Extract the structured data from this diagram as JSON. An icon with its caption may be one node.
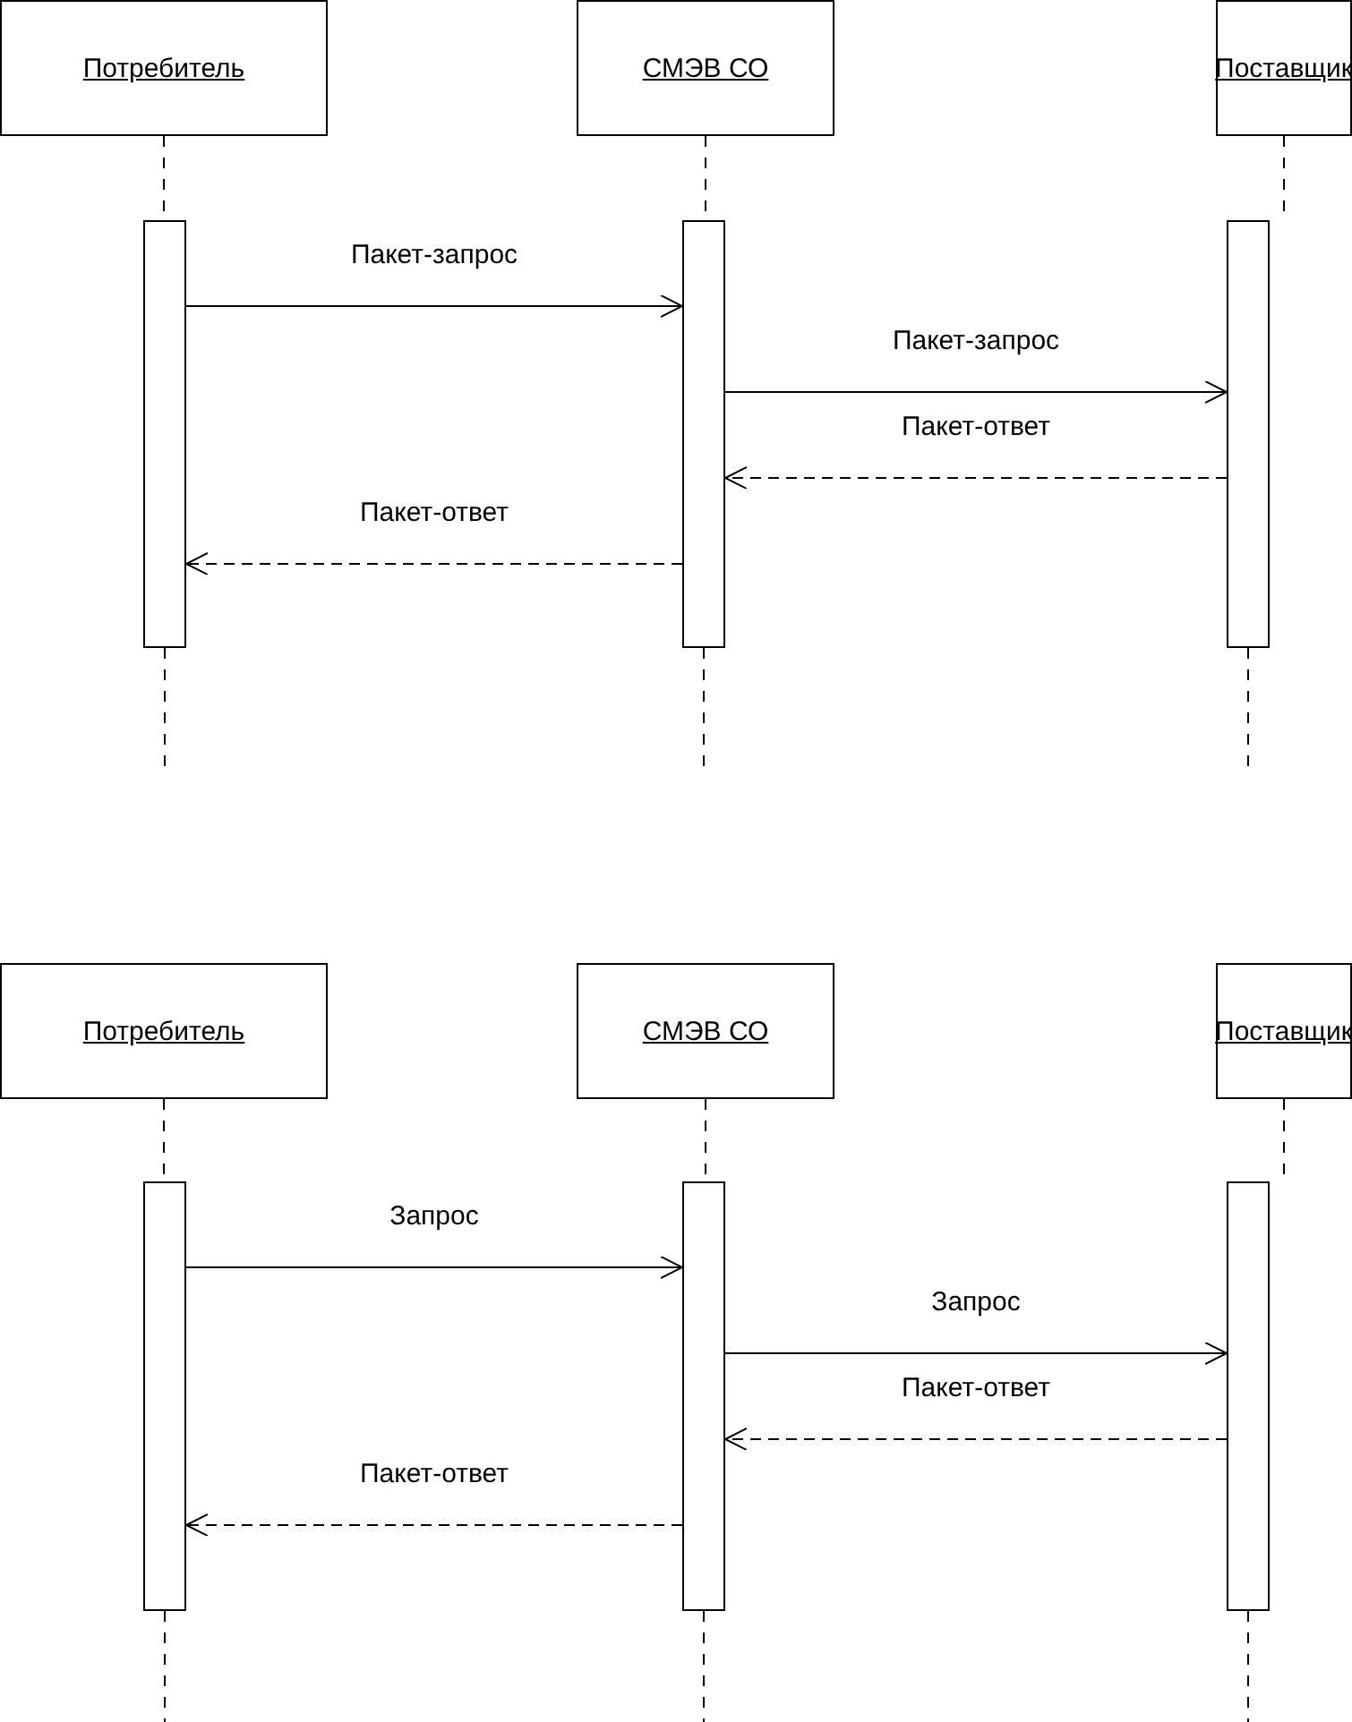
{
  "diagram": {
    "nodes": [
      {
        "text": [
          "Потребитель"
        ]
      },
      {
        "text": [
          "СМЭВ СО"
        ]
      },
      {
        "text": [
          "Поставщик"
        ]
      },
      {
        "text": [],
        "shape": "bar"
      },
      {
        "text": [],
        "shape": "bar"
      },
      {
        "text": [],
        "shape": "bar"
      },
      {
        "text": [
          "Потребитель"
        ]
      },
      {
        "text": [
          "СМЭВ СО"
        ]
      },
      {
        "text": [
          "Поставщик"
        ]
      },
      {
        "text": [],
        "shape": "bar"
      },
      {
        "text": [],
        "shape": "bar"
      },
      {
        "text": [],
        "shape": "bar"
      }
    ],
    "edges": [
      {
        "from": 3,
        "to": 4,
        "arrow": "to",
        "label": "Пакет-запрос"
      },
      {
        "from": 4,
        "to": 5,
        "arrow": "to",
        "label": "Пакет-запрос"
      },
      {
        "from": 5,
        "to": 4,
        "arrow": "to",
        "label": "Пакет-ответ",
        "style": "dashed"
      },
      {
        "from": 4,
        "to": 3,
        "arrow": "to",
        "label": "Пакет-ответ",
        "style": "dashed"
      },
      {
        "from": 0,
        "to": 3,
        "arrow": "none",
        "style": "dashed"
      },
      {
        "from": 1,
        "to": 4,
        "arrow": "none",
        "style": "dashed"
      },
      {
        "from": 2,
        "to": 5,
        "arrow": "none",
        "style": "dashed"
      },
      {
        "from": 3,
        "to": null,
        "arrow": "none",
        "style": "dashed"
      },
      {
        "from": 4,
        "to": null,
        "arrow": "none",
        "style": "dashed"
      },
      {
        "from": 5,
        "to": null,
        "arrow": "none",
        "style": "dashed"
      },
      {
        "from": 9,
        "to": 10,
        "arrow": "to",
        "label": "Запрос"
      },
      {
        "from": 10,
        "to": 11,
        "arrow": "to",
        "label": "Запрос"
      },
      {
        "from": 11,
        "to": 10,
        "arrow": "to",
        "label": "Пакет-ответ",
        "style": "dashed"
      },
      {
        "from": 10,
        "to": 9,
        "arrow": "to",
        "label": "Пакет-ответ",
        "style": "dashed"
      },
      {
        "from": 6,
        "to": 9,
        "arrow": "none",
        "style": "dashed"
      },
      {
        "from": 7,
        "to": 10,
        "arrow": "none",
        "style": "dashed"
      },
      {
        "from": 8,
        "to": 11,
        "arrow": "none",
        "style": "dashed"
      },
      {
        "from": 9,
        "to": null,
        "arrow": "none",
        "style": "dashed"
      },
      {
        "from": 10,
        "to": null,
        "arrow": "none",
        "style": "dashed"
      },
      {
        "from": 11,
        "to": null,
        "arrow": "none",
        "style": "dashed"
      }
    ]
  }
}
